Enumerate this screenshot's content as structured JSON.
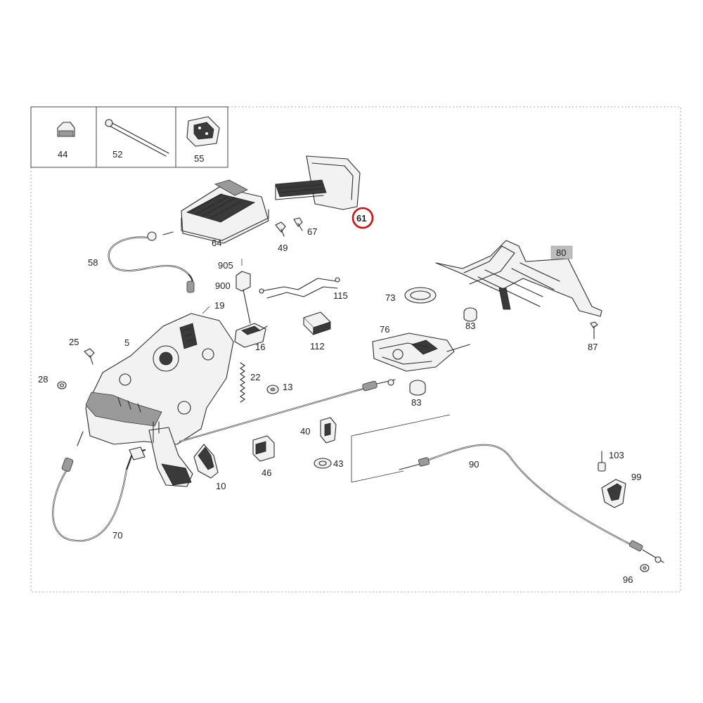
{
  "diagram": {
    "highlight_color": "#cc1111",
    "reference_box_color": "#bdbdbd",
    "inset_parts": [
      {
        "id": "44",
        "label": "44"
      },
      {
        "id": "52",
        "label": "52"
      },
      {
        "id": "55",
        "label": "55"
      }
    ],
    "highlighted_part": {
      "id": "61",
      "label": "61"
    },
    "reference_part": {
      "id": "80",
      "label": "80"
    },
    "callouts": {
      "p64": "64",
      "p49": "49",
      "p67": "67",
      "p58": "58",
      "p905": "905",
      "p900": "900",
      "p19": "19",
      "p115": "115",
      "p73": "73",
      "p83a": "83",
      "p87": "87",
      "p25": "25",
      "p5": "5",
      "p16": "16",
      "p112": "112",
      "p76": "76",
      "p28": "28",
      "p22": "22",
      "p13": "13",
      "p83b": "83",
      "p40": "40",
      "p43": "43",
      "p46": "46",
      "p10": "10",
      "p90": "90",
      "p103": "103",
      "p99": "99",
      "p70": "70",
      "p96": "96"
    }
  }
}
